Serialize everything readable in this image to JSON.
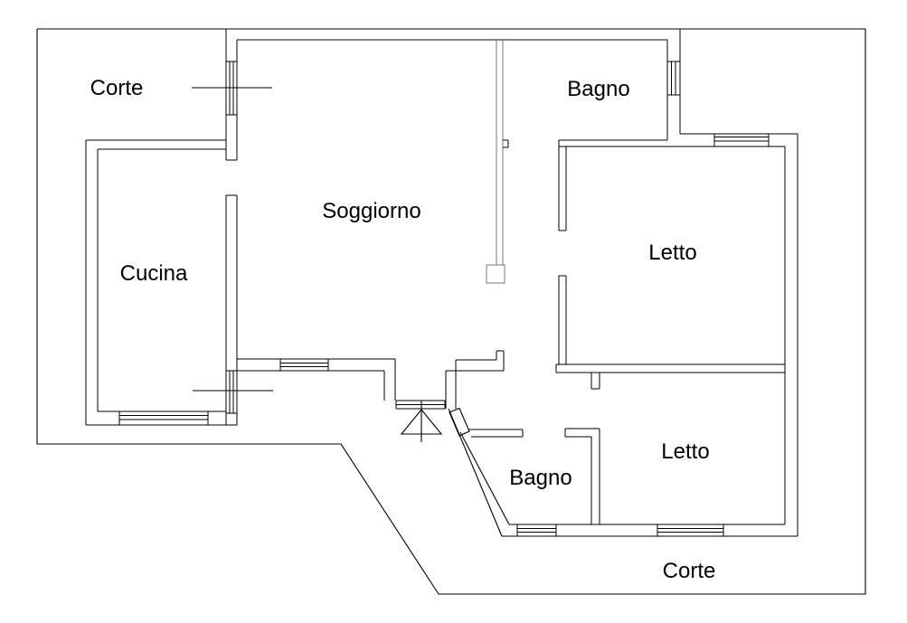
{
  "page": {
    "background": "#ffffff",
    "drawing_type": "apartment floor plan"
  },
  "floor_plan": {
    "rooms": [
      {
        "id": "corte-top",
        "label": "Corte"
      },
      {
        "id": "bagno-top",
        "label": "Bagno"
      },
      {
        "id": "soggiorno",
        "label": "Soggiorno"
      },
      {
        "id": "cucina",
        "label": "Cucina"
      },
      {
        "id": "letto-top",
        "label": "Letto"
      },
      {
        "id": "letto-bottom",
        "label": "Letto"
      },
      {
        "id": "bagno-bottom",
        "label": "Bagno"
      },
      {
        "id": "corte-bottom",
        "label": "Corte"
      }
    ],
    "colors": {
      "wall": "#000000",
      "partition": "#7a7a7a",
      "background": "#ffffff"
    }
  }
}
